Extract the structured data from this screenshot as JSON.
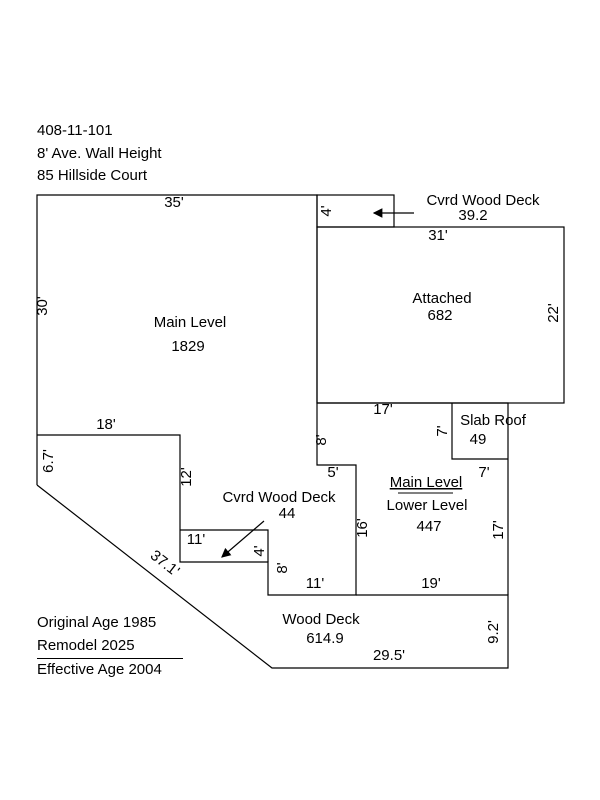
{
  "header": {
    "parcel_id": "408-11-101",
    "wall_height": "8' Ave. Wall Height",
    "address": "85 Hillside Court"
  },
  "footer": {
    "original_age": "Original Age 1985",
    "remodel": "Remodel 2025",
    "effective_age": "Effective Age 2004"
  },
  "areas": {
    "main_level": {
      "name": "Main Level",
      "area": "1829"
    },
    "attached": {
      "name": "Attached",
      "area": "682"
    },
    "cvrd_deck_top": {
      "name": "Cvrd Wood Deck",
      "area": "39.2"
    },
    "slab_roof": {
      "name": "Slab Roof",
      "area": "49"
    },
    "lower_level": {
      "name_top": "Main Level",
      "name_bottom": "Lower Level",
      "area": "447"
    },
    "cvrd_deck_mid": {
      "name": "Cvrd Wood Deck",
      "area": "44"
    },
    "wood_deck": {
      "name": "Wood Deck",
      "area": "614.9"
    }
  },
  "dimensions": {
    "d35": "35'",
    "d4_top": "4'",
    "d31": "31'",
    "d30": "30'",
    "d22": "22'",
    "d17_top": "17'",
    "d18": "18'",
    "d8_a": "8'",
    "d7_a": "7'",
    "d6_7": "6.7'",
    "d12": "12'",
    "d5": "5'",
    "d7_b": "7'",
    "d16": "16'",
    "d17_right": "17'",
    "d11_a": "11'",
    "d4_mid": "4'",
    "d8_b": "8'",
    "d11_b": "11'",
    "d19": "19'",
    "d37_1": "37.1'",
    "d9_2": "9.2'",
    "d29_5": "29.5'"
  }
}
